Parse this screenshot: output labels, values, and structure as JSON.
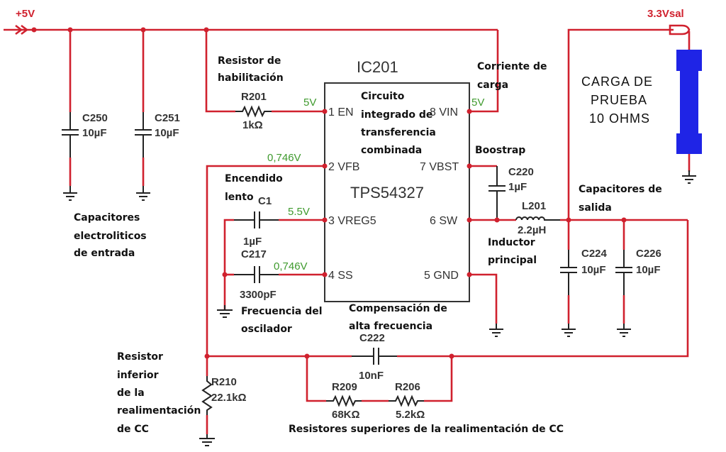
{
  "nets": {
    "vin": "+5V",
    "vout": "3.3Vsal"
  },
  "ic": {
    "ref": "IC201",
    "part": "TPS54327",
    "pins": {
      "en": "1 EN",
      "vfb": "2 VFB",
      "vreg5": "3 VREG5",
      "ss": "4 SS",
      "gnd": "5 GND",
      "sw": "6 SW",
      "vbst": "7 VBST",
      "vin": "8 VIN"
    }
  },
  "voltages": {
    "en": "5V",
    "vin": "5V",
    "vfb": "0,746V",
    "vreg5": "5.5V",
    "ss": "0,746V"
  },
  "components": {
    "c250": {
      "ref": "C250",
      "value": "10µF"
    },
    "c251": {
      "ref": "C251",
      "value": "10µF"
    },
    "r201": {
      "ref": "R201",
      "value": "1kΩ"
    },
    "c220": {
      "ref": "C220",
      "value": "1µF"
    },
    "l201": {
      "ref": "L201",
      "value": "2.2µH"
    },
    "c224": {
      "ref": "C224",
      "value": "10µF"
    },
    "c226": {
      "ref": "C226",
      "value": "10µF"
    },
    "c1": {
      "ref": "C1",
      "value": "1µF"
    },
    "c217": {
      "ref": "C217",
      "value": "3300pF"
    },
    "c222": {
      "ref": "C222",
      "value": "10nF"
    },
    "r209": {
      "ref": "R209",
      "value": "68KΩ"
    },
    "r206": {
      "ref": "R206",
      "value": "5.2kΩ"
    },
    "r210": {
      "ref": "R210",
      "value": "22.1kΩ"
    }
  },
  "load": {
    "line1": "CARGA DE",
    "line2": "PRUEBA",
    "line3": "10 OHMS"
  },
  "annotations": {
    "enable_resistor": [
      "Resistor de",
      "habilitación"
    ],
    "load_current": [
      "Corriente de",
      "carga"
    ],
    "ic_desc": [
      "Circuito",
      "integrado de",
      "transferencia",
      "combinada"
    ],
    "bootstrap": "Boostrap",
    "soft_start": [
      "Encendido",
      "lento"
    ],
    "output_caps": [
      "Capacitores de",
      "salida"
    ],
    "input_caps": [
      "Capacitores",
      "electroliticos",
      "de entrada"
    ],
    "main_inductor": [
      "Inductor",
      "principal"
    ],
    "osc_freq": [
      "Frecuencia del",
      "oscilador"
    ],
    "hf_comp": [
      "Compensación de",
      "alta frecuencia"
    ],
    "lower_fb": [
      "Resistor",
      "inferior",
      "de la",
      "realimentación",
      "de CC"
    ],
    "upper_fb": "Resistores superiores de la realimentación de CC"
  }
}
